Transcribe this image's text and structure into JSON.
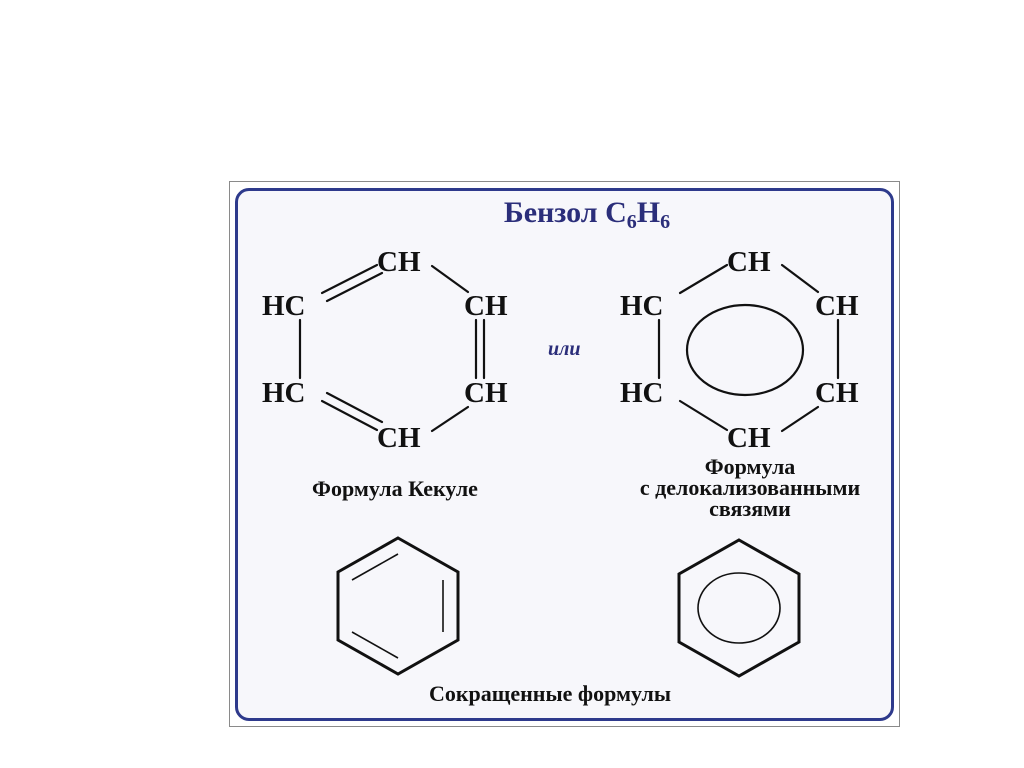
{
  "title": {
    "base": "Бензол C",
    "sub1": "6",
    "mid": "H",
    "sub2": "6"
  },
  "kekule": {
    "groups": [
      "CH",
      "CH",
      "CH",
      "CH",
      "HC",
      "HC"
    ],
    "caption": "Формула Кекуле"
  },
  "connector": "или",
  "delocalized": {
    "groups": [
      "CH",
      "CH",
      "CH",
      "CH",
      "HC",
      "HC"
    ],
    "caption_lines": [
      "Формула",
      "с делокализованными",
      "связями"
    ]
  },
  "abbreviated_caption": "Сокращенные формулы",
  "colors": {
    "title": "#2b2e7a",
    "border": "#2e3a8c",
    "ink": "#111111"
  }
}
